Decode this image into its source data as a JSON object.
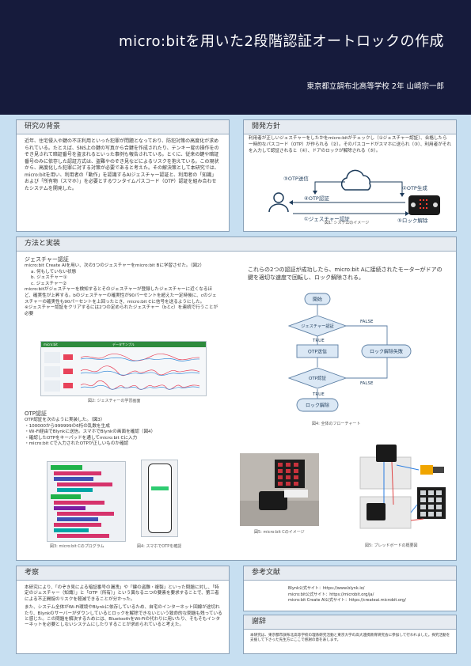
{
  "header": {
    "title": "micro:bitを用いた2段階認証オートロックの作成",
    "affiliation": "東京都立調布北高等学校 2年 山崎宗一郎"
  },
  "background": {
    "heading": "研究の背景",
    "body": "近年、住宅侵入や鍵の不正利用といった犯罪が問題となっており、防犯対策の高度化が求められている。たとえば、SNS上の鍵の写真から合鍵を作成されたり、テンキー錠の操作をのぞき見されて暗証番号を盗まれるといった事例も報告されている。とくに、従来の鍵や暗証番号のみに依存した認証方式は、盗難やのぞき見などによるリスクを抱えている。この現状から、高度化した犯罪に対する対策が必要であると考えた。その解決策として本研究では、micro:bitを用い、利用者の「動作」を認識するAIジェスチャー認証と、利用者の「知識」および「所有物（スマホ）」を必要とするワンタイムパスコード（OTP）認証を組み合わせたシステムを開発した。"
  },
  "policy": {
    "heading": "開発方針",
    "body": "利用者が正しいジェスチャーをしたかをmicro:bitがチェックし（①ジェスチャー認証）、合格したら一時的なパスコード（OTP）が作られる（②）。そのパスコードがスマホに送られ（③）、利用者がそれを入力して認証されると（④）、ドアのロックが解除される（⑤）。",
    "labels": {
      "otp_send": "③OTP送信",
      "otp_gen": "②OTP生成",
      "otp_auth": "④OTP認証",
      "gesture_auth": "①ジェスチャー認証",
      "unlock": "⑤ロック解除"
    },
    "caption": "図1: システムのイメージ"
  },
  "methods": {
    "heading": "方法と実装",
    "gesture_title": "ジェスチャー認証",
    "gesture_body": "micro:bit Create AIを用い、次の3つのジェスチャーをmicro:bit Bに学習させた。（図2）",
    "gesture_list": [
      "a. 何もしていない状態",
      "b. ジェスチャー①",
      "c. ジェスチャー②"
    ],
    "gesture_body2": "micro:bitがジェスチャーを検知するとそのジェスチャーが登録したジェスチャーに近くなるほど、確実性が上昇する。bのジェスチャーの確実性が90パーセントを超えた一定時後に、cのジェスチャーの確実性も90パーセントを上回ったとき、micro:bit Cに信号を送るようにした。",
    "gesture_note": "※ジェスチャー認証をクリアするには2つの定められたジェスチャー（bとc）を連続で行うことが必要",
    "fig2_caption": "図2: ジェスチャーの学習画面",
    "otp_title": "OTP認証",
    "otp_body": "OTP認証を次のように実装した。（図3）",
    "otp_list": [
      "100000から999999の6桁の乱数を生成",
      "Wi-Fi経由でBlynkに送信。スマホでBlynkの画面を確認（図4）",
      "確認したOTPをキーパッドを通してmicro:bit Cに入力",
      "micro:bit Cで入力されたOTPが正しいものか確認"
    ],
    "fig3_caption": "図3: micro:bit Cのプログラム",
    "fig4_caption": "図4: スマホでOTPを確認",
    "flow_intro": "これらの2つの認証が成功したら、micro:bit Aに接続されたモーターがドアの鍵を適切な速度で回転し、ロック解除される。",
    "flow": {
      "start": "開始",
      "gesture": "ジェスチャー認証",
      "otp_send": "OTP送信",
      "otp_auth": "OTP認証",
      "unlock": "ロック解除",
      "fail": "ロック解除失敗",
      "true_label": "TRUE",
      "false_label": "FALSE"
    },
    "fig_flow_caption": "図4: 全体のフローチャート",
    "fig5_caption": "図5: micro:bit Cのイメージ",
    "fig6_caption": "図5: ブレッドボードの概要図",
    "ai_app_name": "micro:bit",
    "ai_app_tab": "データサンプル"
  },
  "discussion": {
    "heading": "考察",
    "body1": "本研究により、「のぞき見による暗証番号の漏洩」や「鍵の盗難・複製」といった問題に対し、「特定のジェスチャー（知識）」と「OTP（所有）」という異なる二つの要素を要求することで、第三者による不正開錠のリスクを軽減できることが分かった。",
    "body2": "また、システム全体がWi-Fi環境やBlynkに依存しているため、自宅のインターネット回線が途切れたり、Blynkのサーバーがダウンしているとロックを解除できないという致命的な問題も残っていると感じた。この問題を解決するためには、BluetoothをWi-Fiの代わりに用いたり、そもそもインターネットを必要としないシステムにしたりすることが求められていると考えた。"
  },
  "references": {
    "heading": "参考文献",
    "items": [
      "Blynk公式サイト：https://www.blynk.io/",
      "micro:bit公式サイト：https://microbit.org/ja/",
      "micro:bit Create AI公式サイト：https://createai.microbit.org/"
    ]
  },
  "thanks": {
    "heading": "謝辞",
    "body": "本研究は、東京都市調布北高等学校の理系研究活動と東京大学の高大連携教育研究会に参加して行われました。探究活動を支援して下さった先生方にここで感謝の意を表します。"
  },
  "colors": {
    "header_bg": "#161b3c",
    "page_bg": "#c7dff1",
    "flow_box": "#dbe8f5",
    "flow_border": "#5b7ea3",
    "fail_box": "#dbe8f5"
  }
}
